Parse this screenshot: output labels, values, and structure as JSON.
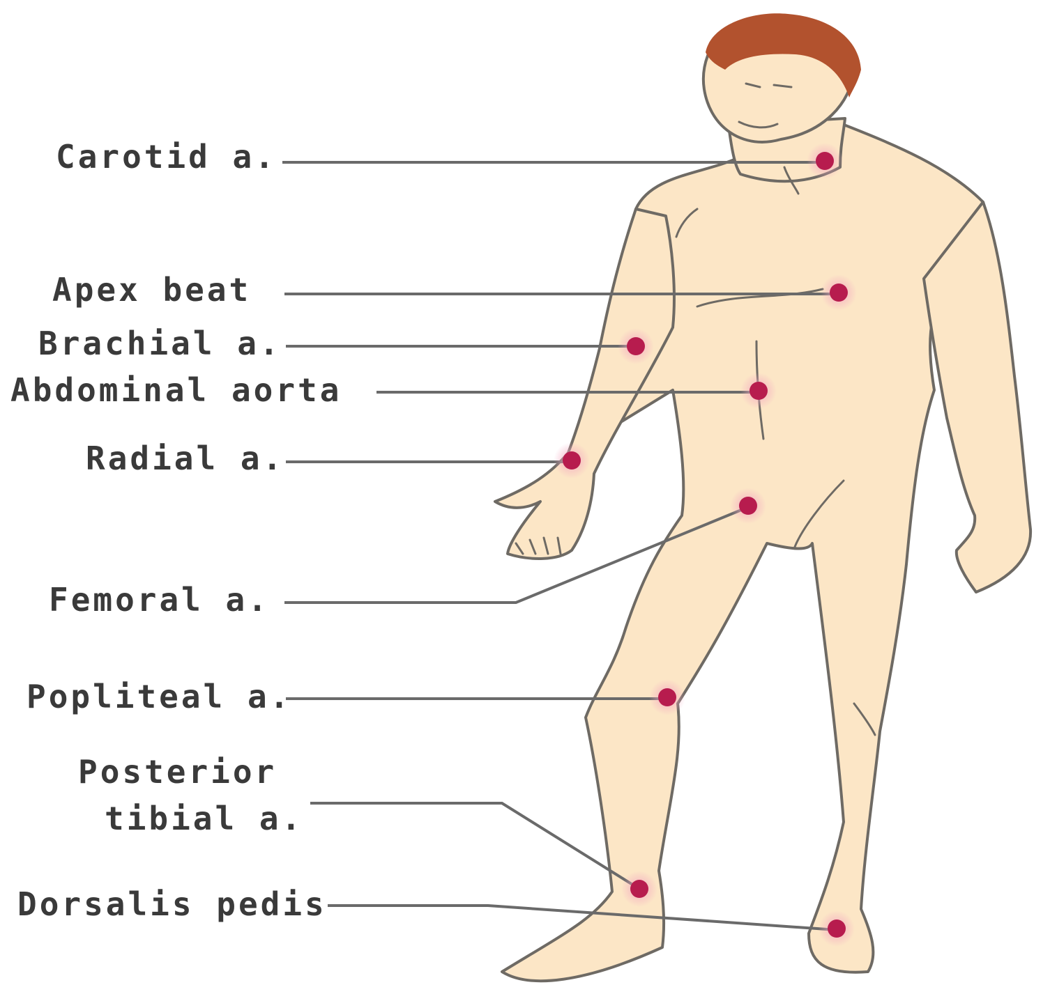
{
  "colors": {
    "skin": "#fce6c6",
    "outline": "#6e6a64",
    "hair": "#b2522e",
    "pulse_point": "#b71c4e",
    "pulse_glow": "#f3a9c0",
    "leader_line": "#6a6a6a",
    "label_text": "#3a3a3a"
  },
  "labels": {
    "carotid": "Carotid a.",
    "apex_beat": "Apex beat",
    "brachial": "Brachial a.",
    "abdominal_aorta": "Abdominal aorta",
    "radial": "Radial a.",
    "femoral": "Femoral a.",
    "popliteal": "Popliteal a.",
    "posterior_tibial_line1": "Posterior",
    "posterior_tibial_line2": "tibial a.",
    "dorsalis_pedis": "Dorsalis pedis"
  }
}
